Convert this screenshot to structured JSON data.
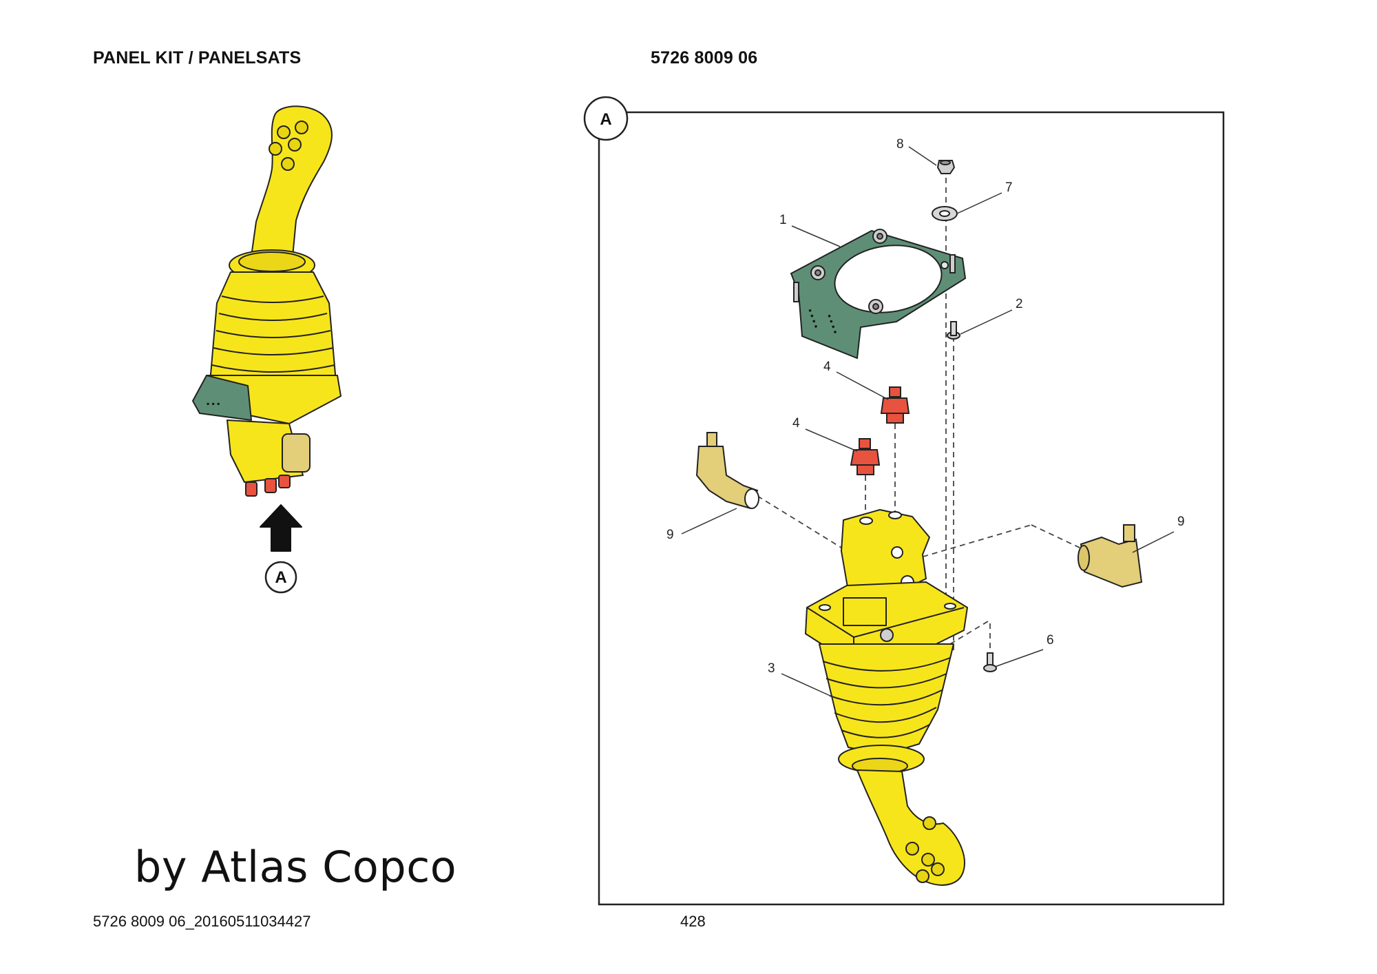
{
  "header": {
    "title": "PANEL KIT / PANELSATS",
    "part_number": "5726 8009 06"
  },
  "footer": {
    "document_id": "5726 8009 06_20160511034427",
    "page_number": "428"
  },
  "watermark": "by Atlas Copco",
  "diagram": {
    "view_label": "A",
    "callouts": {
      "c1": "1",
      "c2": "2",
      "c3": "3",
      "c4a": "4",
      "c4b": "4",
      "c6": "6",
      "c7": "7",
      "c8": "8",
      "c9a": "9",
      "c9b": "9"
    }
  },
  "colors": {
    "part_yellow": "#F7E51C",
    "plate_green": "#5E8F76",
    "nipple_red": "#E8533F",
    "fitting_tan": "#E3CE79"
  }
}
